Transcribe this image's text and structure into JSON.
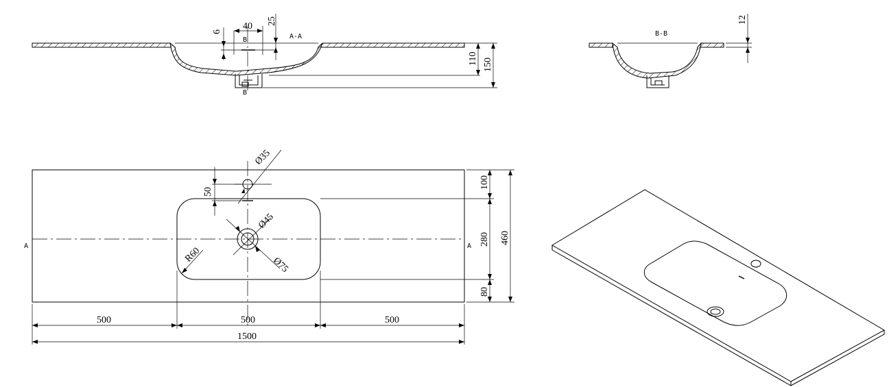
{
  "sections": {
    "aa_label": "A-A",
    "bb_label": "B-B",
    "marker_a": "A",
    "marker_b": "B"
  },
  "section_aa_dims": {
    "overflow_width": "40",
    "offset_top": "25",
    "overflow_height": "6",
    "bowl_depth": "110",
    "total_depth": "150"
  },
  "section_bb_dims": {
    "slab_thickness": "12"
  },
  "plan_dims": {
    "tap_hole": "Ø35",
    "tap_offset": "50",
    "drain_inner": "Ø45",
    "drain_outer": "Ø75",
    "corner_radius": "R60",
    "back_edge": "100",
    "bowl_depth_plan": "280",
    "front_edge": "80",
    "total_depth": "460",
    "left_width": "500",
    "bowl_width": "500",
    "right_width": "500",
    "total_width": "1500"
  }
}
